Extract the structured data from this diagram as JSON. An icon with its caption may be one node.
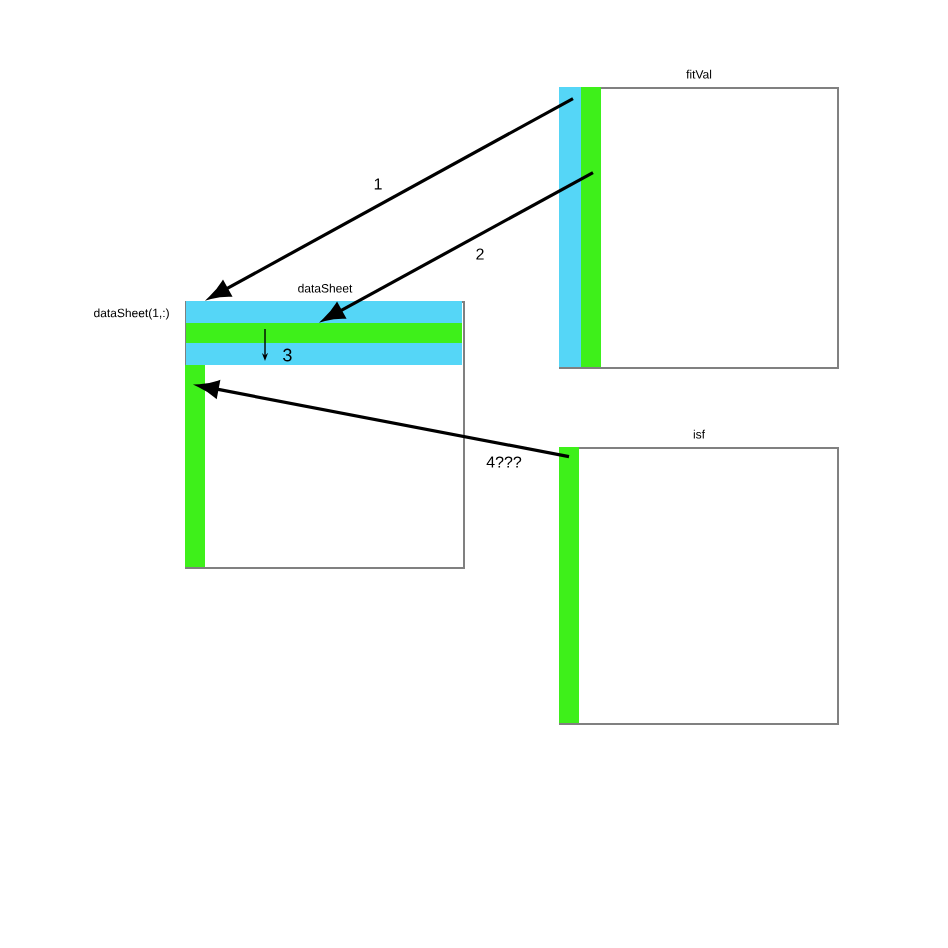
{
  "diagram": {
    "nodes": [
      {
        "text": [
          "dataSheet"
        ]
      },
      {
        "text": [
          "fitVal"
        ]
      },
      {
        "text": [
          "isf"
        ]
      },
      {
        "text": [],
        "shape": "bar",
        "in": 0,
        "beside": [
          "dataSheet(1,:)"
        ]
      },
      {
        "text": [],
        "shape": "bar",
        "in": 0
      },
      {
        "text": [],
        "shape": "bar",
        "in": 0
      },
      {
        "text": [],
        "shape": "bar",
        "in": 0
      },
      {
        "text": [],
        "shape": "bar",
        "in": 1
      },
      {
        "text": [],
        "shape": "bar",
        "in": 1
      },
      {
        "text": [],
        "shape": "bar",
        "in": 2
      }
    ],
    "edges": [
      {
        "from": 7,
        "to": 3,
        "arrow": "to",
        "label": "1"
      },
      {
        "from": 8,
        "to": 4,
        "arrow": "to",
        "label": "2"
      },
      {
        "from": 4,
        "to": 5,
        "arrow": "to",
        "label": "3"
      },
      {
        "from": 9,
        "to": 6,
        "arrow": "to",
        "label": "4???"
      }
    ]
  }
}
